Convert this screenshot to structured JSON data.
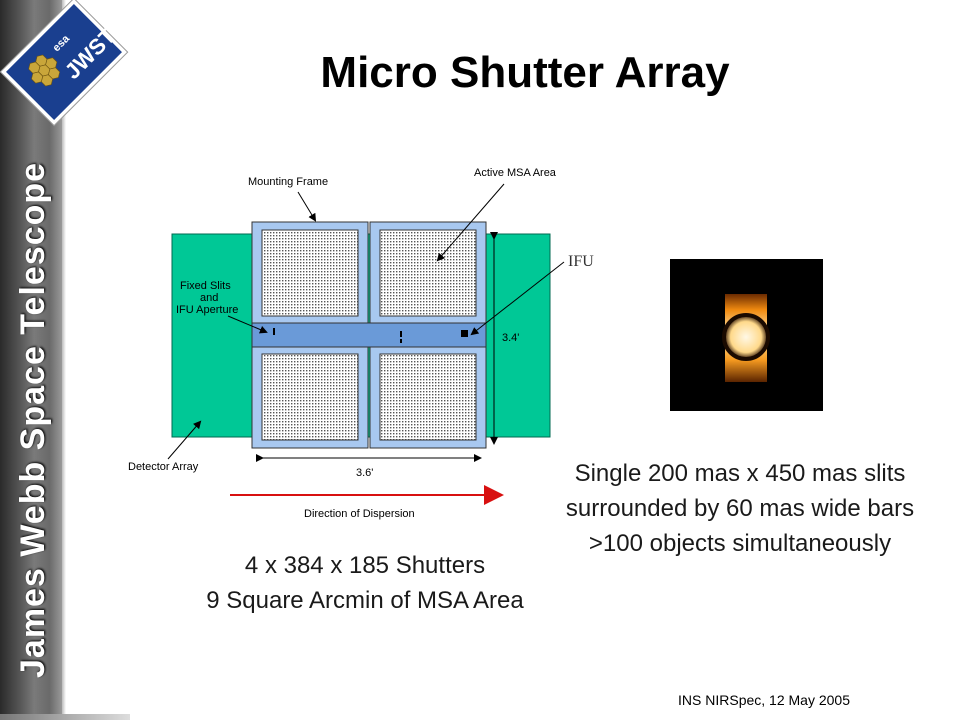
{
  "sidebar": {
    "title": "James Webb Space Telescope",
    "logo_text_esa": "esa",
    "logo_text_jwst": "JWST"
  },
  "slide": {
    "title": "Micro Shutter Array",
    "footer": "INS NIRSpec, 12 May 2005"
  },
  "diagram": {
    "label_mounting_frame": "Mounting Frame",
    "label_active_msa": "Active MSA Area",
    "label_fixed_slits_1": "Fixed Slits",
    "label_fixed_slits_2": "and",
    "label_fixed_slits_3": "IFU Aperture",
    "label_detector": "Detector Array",
    "label_dispersion": "Direction of Dispersion",
    "label_width": "3.6'",
    "label_height": "3.4'",
    "label_ifu": "IFU"
  },
  "text": {
    "right_line_1": "Single 200 mas x 450 mas slits",
    "right_line_2": "surrounded by 60 mas wide bars",
    "right_line_3": ">100 objects simultaneously",
    "left_line_1": "4 x 384 x 185 Shutters",
    "left_line_2": "9 Square Arcmin of MSA Area"
  },
  "colors": {
    "detector": "#00c896",
    "frame": "#a8c8f0",
    "cross_bar": "#6a9ad8",
    "dispersion_arrow": "#d81010"
  }
}
